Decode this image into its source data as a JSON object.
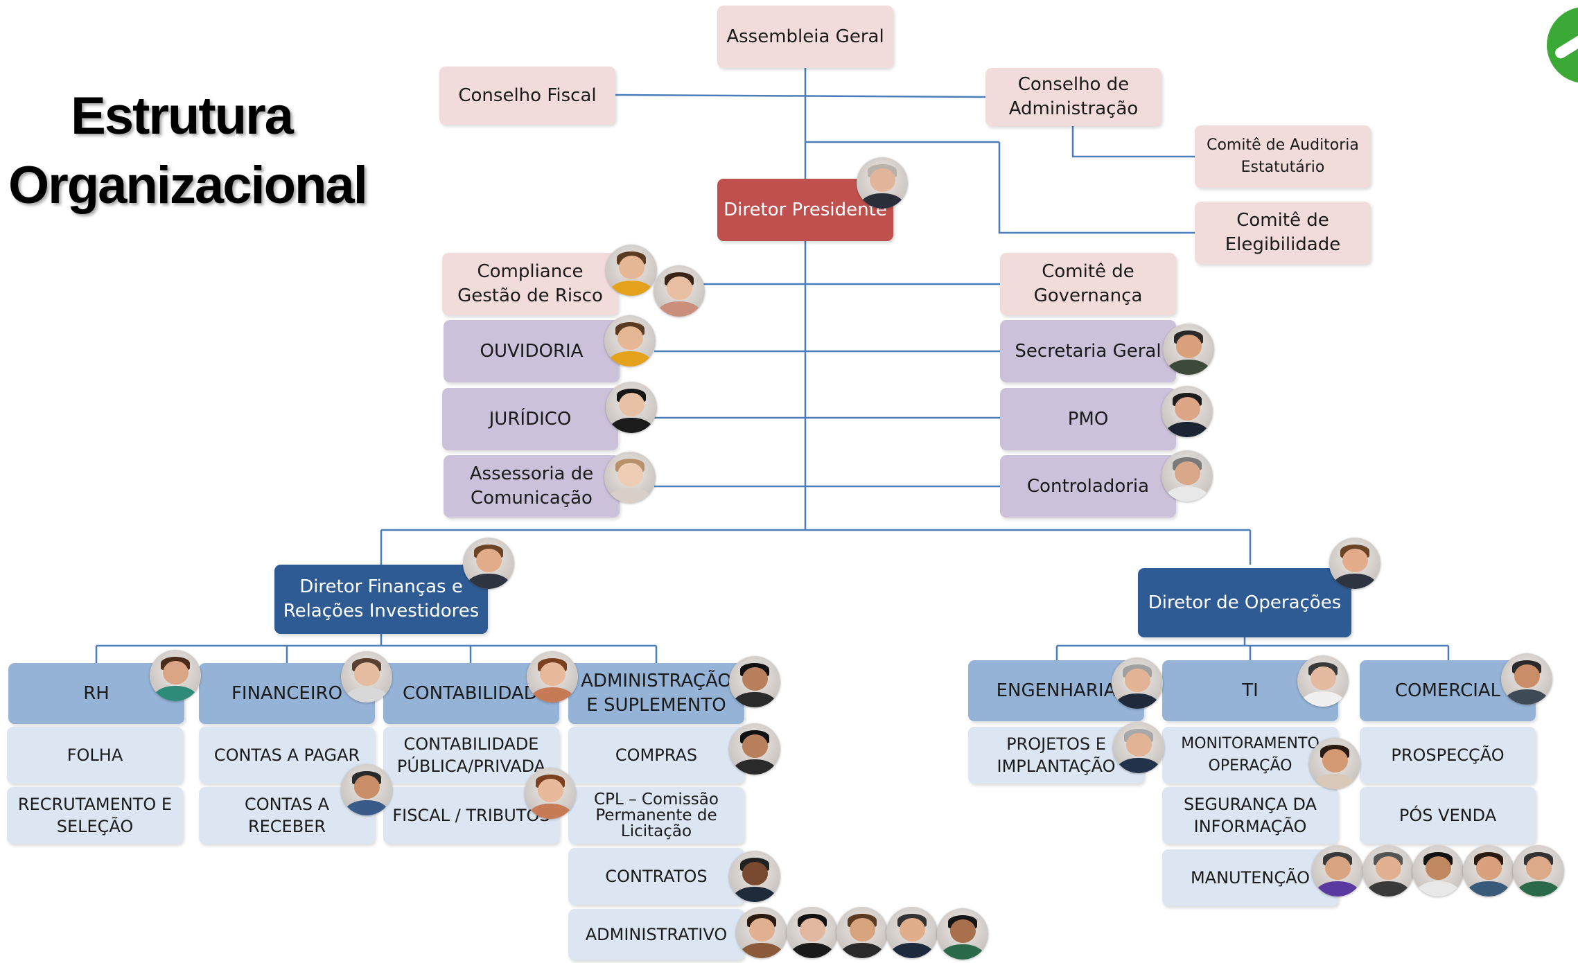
{
  "title": {
    "line1": "Estrutura",
    "line2": "Organizacional"
  },
  "boxes": {
    "assembleia": "Assembleia Geral",
    "conselho_fiscal": "Conselho Fiscal",
    "conselho_adm": "Conselho de Administração",
    "comite_auditoria": "Comitê de Auditoria Estatutário",
    "comite_elegibilidade": "Comitê de Elegibilidade",
    "diretor_presidente": "Diretor Presidente",
    "compliance": "Compliance Gestão de Risco",
    "comite_governanca": "Comitê de Governança",
    "ouvidoria": "OUVIDORIA",
    "secretaria": "Secretaria Geral",
    "juridico": "JURÍDICO",
    "pmo": "PMO",
    "assessoria": "Assessoria de Comunicação",
    "controladoria": "Controladoria",
    "diretor_financas": "Diretor  Finanças e Relações Investidores",
    "diretor_operacoes": "Diretor  de Operações",
    "rh": "RH",
    "financeiro": "FINANCEIRO",
    "contabilidade": "CONTABILIDADE",
    "administracao": "ADMINISTRAÇÃO E SUPLEMENTO",
    "engenharia": "ENGENHARIA",
    "ti": "TI",
    "comercial": "COMERCIAL",
    "folha": "FOLHA",
    "recrutamento": "RECRUTAMENTO E SELEÇÃO",
    "contas_pagar": "CONTAS A PAGAR",
    "contas_receber": "CONTAS A RECEBER",
    "contab_publica": "CONTABILIDADE PÚBLICA/PRIVADA",
    "fiscal": "FISCAL / TRIBUTOS",
    "compras": "COMPRAS",
    "cpl": "CPL – Comissão Permanente de Licitação",
    "contratos": "CONTRATOS",
    "administrativo": "ADMINISTRATIVO",
    "projetos": "PROJETOS E IMPLANTAÇÃO",
    "monitoramento": "MONITORAMENTO OPERAÇÃO",
    "seguranca": "SEGURANÇA DA INFORMAÇÃO",
    "manutencao": "MANUTENÇÃO",
    "prospeccao": "PROSPECÇÃO",
    "pos_venda": "PÓS VENDA"
  },
  "colors": {
    "top_level": "#f2dcdb",
    "staff": "#ccc1da",
    "president": "#c0504d",
    "directors": "#2f5b94",
    "departments": "#95b3d7",
    "sub_units": "#dce6f2",
    "connectors": "#4a7ebb",
    "logo": "#3aa935"
  },
  "icons": {
    "logo": "company-logo-icon",
    "photos": "person-photo"
  }
}
